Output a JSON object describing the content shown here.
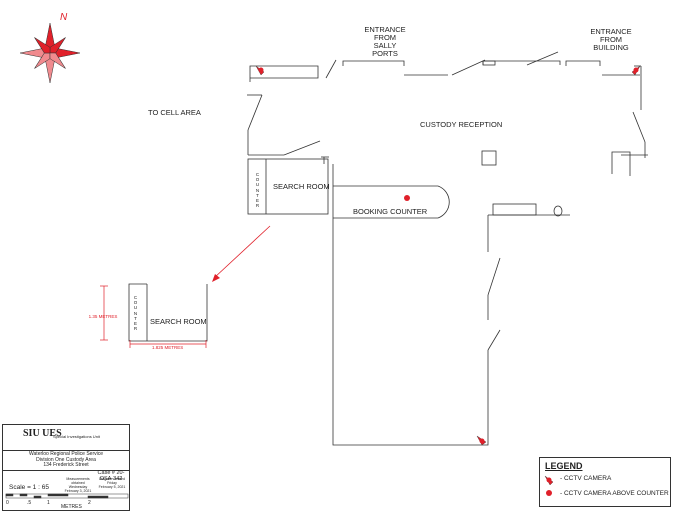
{
  "north_label": "N",
  "entrances": {
    "sally_ports": [
      "ENTRANCE",
      "FROM",
      "SALLY",
      "PORTS"
    ],
    "building": [
      "ENTRANCE",
      "FROM",
      "BUILDING"
    ]
  },
  "rooms": {
    "cell_area": "TO CELL AREA",
    "custody_reception": "CUSTODY RECEPTION",
    "search_room": "SEARCH ROOM",
    "booking_counter": "BOOKING COUNTER",
    "counter_vertical": "COUNTER",
    "search_room_detail": "SEARCH ROOM",
    "counter_detail_vertical": "COUNTER"
  },
  "dimensions": {
    "height": "1.35 METRES",
    "width": "1.825 METRES"
  },
  "title_block": {
    "logo": "SIU UES",
    "org_line": "Special Investigations Unit",
    "location": [
      "Waterloo Regional Police Service",
      "Division One Custody Area",
      "134 Frederick Street"
    ],
    "case": "Case # 20-OSA-342",
    "scale": "Scale = 1 : 65",
    "measurements_label": [
      "Measurements obtained",
      "Wednesday",
      "February 3, 2021"
    ],
    "diagram_label": [
      "Diagram created",
      "Friday",
      "February 5, 2021"
    ],
    "scale_bar_ticks": [
      "0",
      ".5",
      "1",
      "2"
    ],
    "scale_bar_unit": "METRES"
  },
  "legend": {
    "title": "LEGEND",
    "items": [
      "- CCTV CAMERA",
      "- CCTV CAMERA ABOVE COUNTER"
    ]
  },
  "colors": {
    "line": "#333333",
    "accent_red": "#e0202a"
  }
}
